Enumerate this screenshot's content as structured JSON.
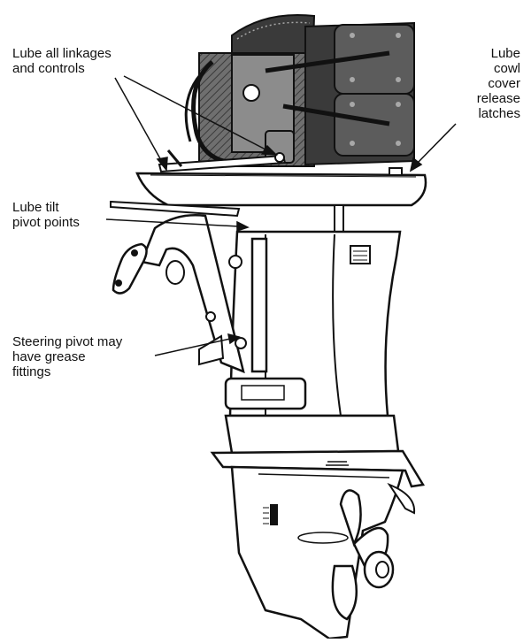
{
  "colors": {
    "ink": "#111111",
    "paper": "#ffffff",
    "engine_dark": "#3a3a3a",
    "engine_mid": "#6f6f6f",
    "engine_light": "#a8a8a8"
  },
  "labels": {
    "linkages": [
      "Lube all linkages",
      "and controls"
    ],
    "cowl": [
      "Lube",
      "cowl",
      "cover",
      "release",
      "latches"
    ],
    "tilt": [
      "Lube tilt",
      "pivot points"
    ],
    "steering": [
      "Steering pivot may",
      "have grease",
      "fittings"
    ]
  }
}
